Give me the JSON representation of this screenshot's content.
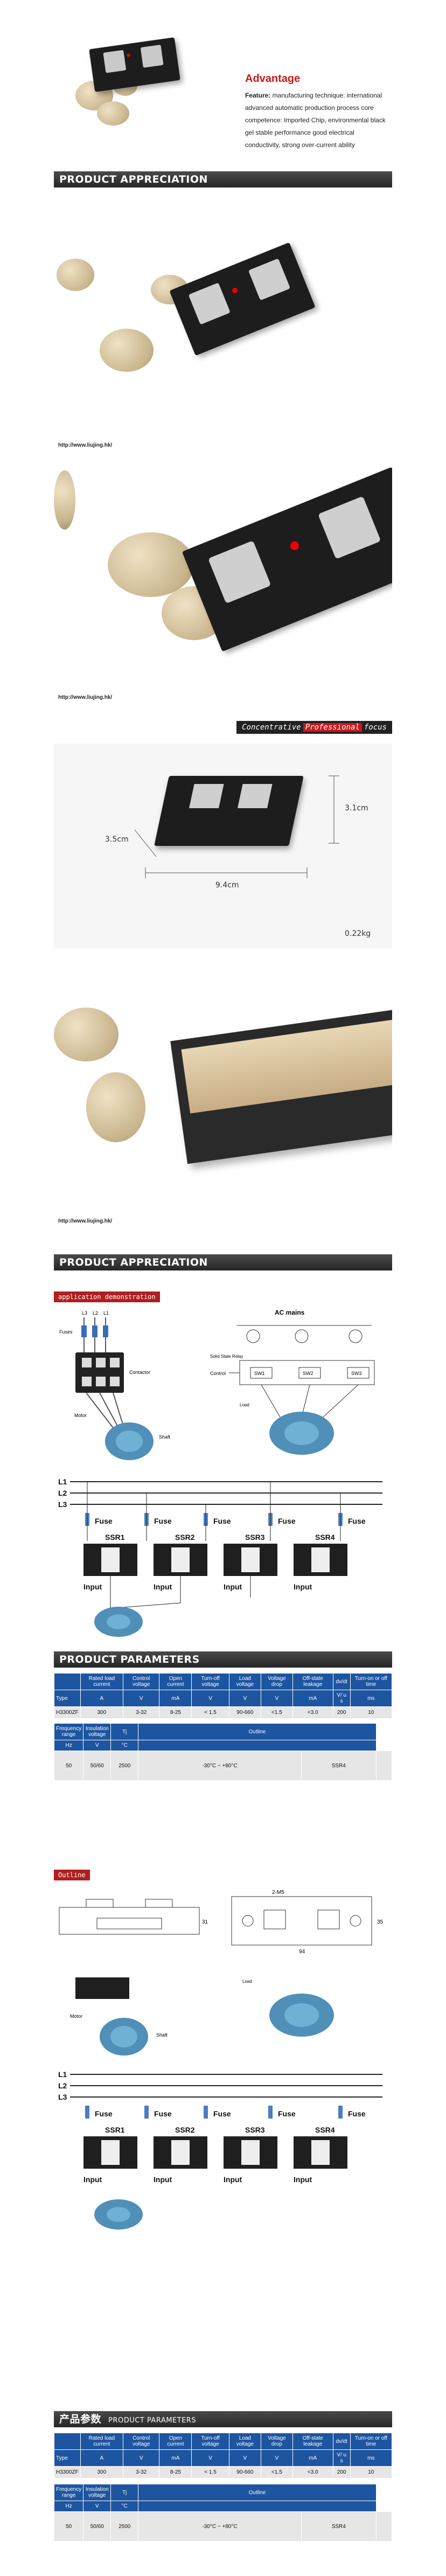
{
  "advantage": {
    "title": "Advantage",
    "feature_label": "Feature:",
    "feature_text": " manufacturing technique: international advanced automatic production process core competence: Imported Chip, environmental black gel stable performance good electrical conductivity, strong over-current ability"
  },
  "sections": {
    "appreciation_1": "PRODUCT APPRECIATION",
    "appreciation_2": "PRODUCT APPRECIATION",
    "parameters_1": "PRODUCT PARAMETERS",
    "parameters_2_cn": "产品参数",
    "parameters_2_en": "PRODUCT PARAMETERS"
  },
  "photos": {
    "url": "http://www.liujing.hk/"
  },
  "slogan": {
    "left": "Concentrative",
    "mid": "Professional",
    "right": "focus"
  },
  "dimensions": {
    "height": "3.1cm",
    "depth": "3.5cm",
    "width": "9.4cm",
    "weight": "0.22kg"
  },
  "tags": {
    "application": "application demonstration",
    "outline": "Outline"
  },
  "diagram1": {
    "phases": [
      "L3",
      "L2",
      "L1"
    ],
    "fuses": "Fuses",
    "contactor": "Contactor",
    "motor": "Motor",
    "shaft": "Shaft",
    "ac_mains": "AC mains",
    "ssr": "Solid State Relay",
    "control": "Control",
    "load": "Load",
    "sw": [
      "SW1",
      "SW2",
      "SW3"
    ]
  },
  "diagram2": {
    "lines": [
      "L1",
      "L2",
      "L3"
    ],
    "fuse": "Fuse",
    "ssr": [
      "SSR1",
      "SSR2",
      "SSR3",
      "SSR4"
    ],
    "input": "Input"
  },
  "table1": {
    "headers": [
      "",
      "Rated load current",
      "Control voltage",
      "Open current",
      "Turn-off voltage",
      "Load voltage",
      "Voltage drop",
      "Off-state leakage",
      "dv/dt",
      "Turn-on or off time"
    ],
    "row_type": [
      "Type",
      "A",
      "V",
      "mA",
      "V",
      "V",
      "V",
      "mA",
      "V/ u s",
      "ms"
    ],
    "row_value": [
      "H3300ZF",
      "300",
      "3-32",
      "8-25",
      "< 1.5",
      "90-660",
      "<1.5",
      "<3.0",
      "200",
      "10"
    ]
  },
  "table2": {
    "headers": [
      "Frequency range",
      "Insulation voltage",
      "Tj",
      "Outline"
    ],
    "units": [
      "Hz",
      "V",
      "°C",
      ""
    ],
    "values": [
      "50",
      "50/60",
      "2500",
      "-30°C ~ +80°C",
      "SSR4"
    ]
  },
  "outline": {
    "label_top": "2-M5",
    "dims": [
      "31",
      "94",
      "35"
    ]
  }
}
